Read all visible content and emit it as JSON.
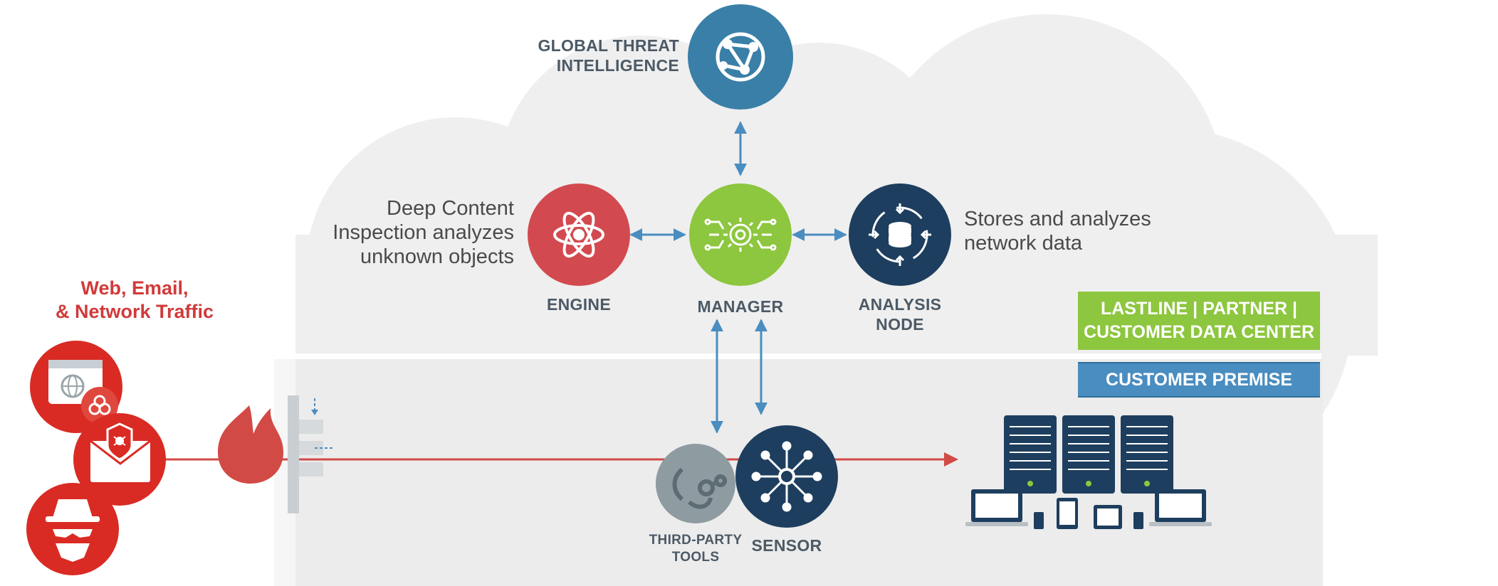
{
  "labels": {
    "global_threat_line1": "GLOBAL THREAT",
    "global_threat_line2": "INTELLIGENCE",
    "engine": "ENGINE",
    "manager": "MANAGER",
    "analysis_node_line1": "ANALYSIS",
    "analysis_node_line2": "NODE",
    "third_party_line1": "THIRD-PARTY",
    "third_party_line2": "TOOLS",
    "sensor": "SENSOR"
  },
  "descriptions": {
    "engine_line1": "Deep Content",
    "engine_line2": "Inspection analyzes",
    "engine_line3": "unknown objects",
    "analysis_line1": "Stores and analyzes",
    "analysis_line2": "network data"
  },
  "traffic": {
    "line1": "Web, Email,",
    "line2": "& Network Traffic"
  },
  "badges": {
    "data_center_line1": "LASTLINE | PARTNER |",
    "data_center_line2": "CUSTOMER DATA CENTER",
    "premise": "CUSTOMER PREMISE"
  },
  "colors": {
    "global_threat": "#3a7fa8",
    "engine": "#d24a4f",
    "manager": "#8dc63f",
    "analysis_node": "#1d3e5e",
    "sensor": "#1d3e5e",
    "third_party": "#8e9ba0",
    "threat_red": "#d92b24",
    "arrow_blue": "#4a8dc0",
    "data_center_badge": "#8dc63f",
    "premise_badge": "#4a8dc0",
    "cloud": "#efefef"
  },
  "icons": {
    "global_threat": "globe-network-icon",
    "engine": "atom-icon",
    "manager": "gear-circuit-icon",
    "analysis_node": "database-icon",
    "sensor": "network-hub-icon",
    "third_party": "chain-link-icon",
    "traffic": [
      "browser-biohazard-icon",
      "email-bug-icon",
      "spy-icon"
    ],
    "firewall": "firewall-flame-icon",
    "endpoints": "servers-devices-icon"
  }
}
